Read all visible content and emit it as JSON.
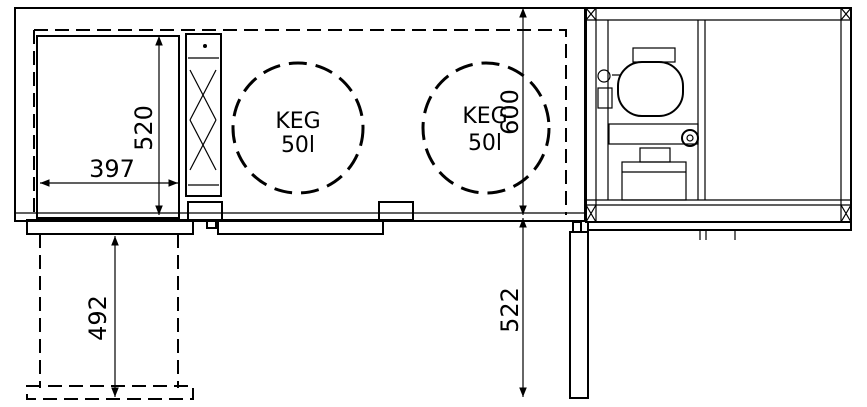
{
  "labels": {
    "keg_1_name": "KEG",
    "keg_1_volume": "50l",
    "keg_2_name": "KEG",
    "keg_2_volume": "50l"
  },
  "dimensions": {
    "door_height": "520",
    "door_width": "397",
    "door_swing": "492",
    "depth": "600",
    "front_clearance": "522"
  }
}
